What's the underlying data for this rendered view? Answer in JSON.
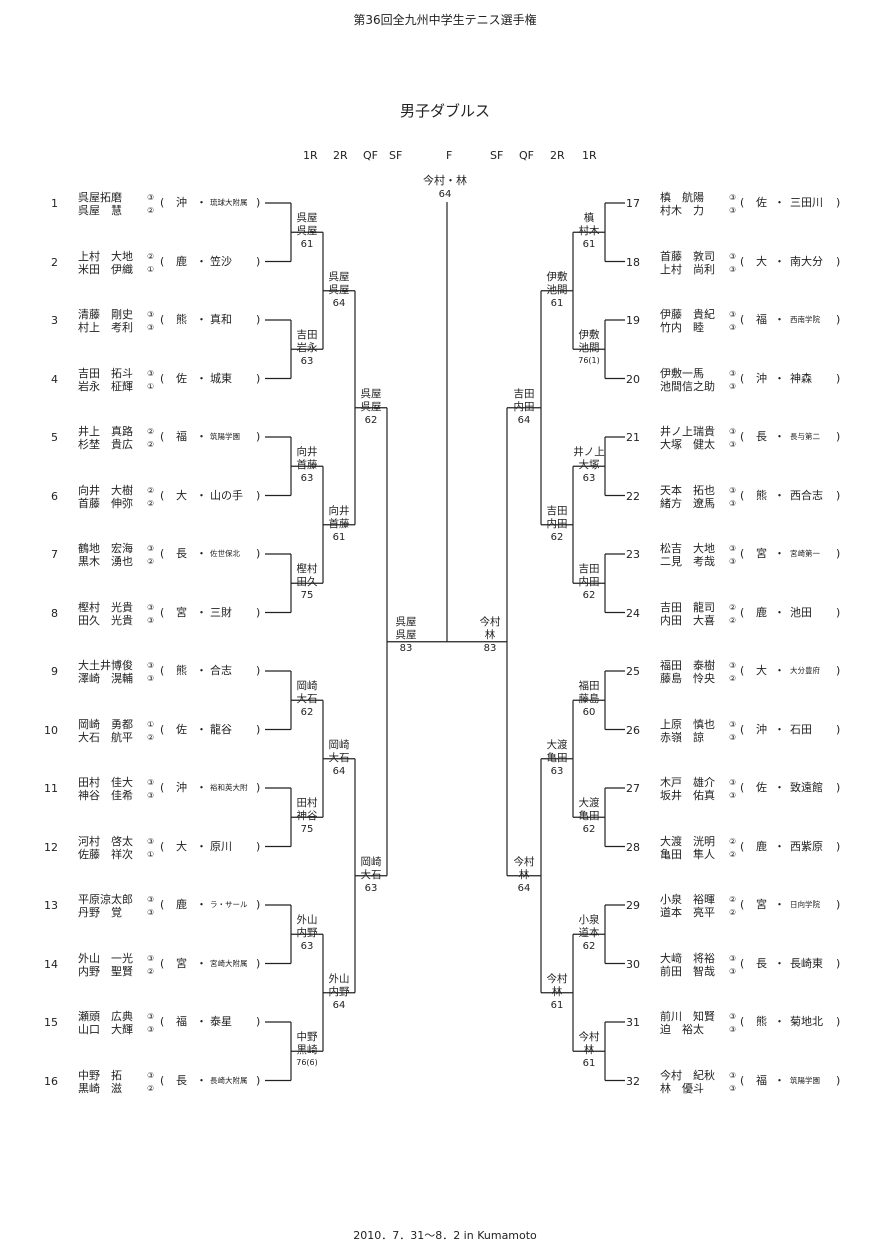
{
  "title": "第36回全九州中学生テニス選手権",
  "event": "男子ダブルス",
  "footer": "2010．7．31～8．2 in Kumamoto",
  "round_headers_left": [
    "1R",
    "2R",
    "QF",
    "SF"
  ],
  "round_header_final": "F",
  "round_headers_right": [
    "SF",
    "QF",
    "2R",
    "1R"
  ],
  "champion": {
    "names": "今村・林",
    "score": "64"
  },
  "left_entries": [
    {
      "no": "1",
      "p1": "呉屋拓磨",
      "g1": "③",
      "p2": "呉屋　慧",
      "g2": "②",
      "pref": "沖",
      "school": "琉球大附属",
      "small": true
    },
    {
      "no": "2",
      "p1": "上村　大地",
      "g1": "②",
      "p2": "米田　伊織",
      "g2": "①",
      "pref": "鹿",
      "school": "笠沙",
      "small": false
    },
    {
      "no": "3",
      "p1": "清藤　剛史",
      "g1": "③",
      "p2": "村上　考利",
      "g2": "③",
      "pref": "熊",
      "school": "真和",
      "small": false
    },
    {
      "no": "4",
      "p1": "吉田　拓斗",
      "g1": "③",
      "p2": "岩永　柾輝",
      "g2": "①",
      "pref": "佐",
      "school": "城東",
      "small": false
    },
    {
      "no": "5",
      "p1": "井上　真路",
      "g1": "②",
      "p2": "杉埜　貴広",
      "g2": "②",
      "pref": "福",
      "school": "筑陽学園",
      "small": true
    },
    {
      "no": "6",
      "p1": "向井　大樹",
      "g1": "②",
      "p2": "首藤　伸弥",
      "g2": "②",
      "pref": "大",
      "school": "山の手",
      "small": false
    },
    {
      "no": "7",
      "p1": "鶴地　宏海",
      "g1": "③",
      "p2": "黒木　湧也",
      "g2": "②",
      "pref": "長",
      "school": "佐世保北",
      "small": true
    },
    {
      "no": "8",
      "p1": "樫村　光貴",
      "g1": "③",
      "p2": "田久　光貴",
      "g2": "③",
      "pref": "宮",
      "school": "三財",
      "small": false
    },
    {
      "no": "9",
      "p1": "大土井博俊",
      "g1": "③",
      "p2": "澤崎　滉輔",
      "g2": "③",
      "pref": "熊",
      "school": "合志",
      "small": false
    },
    {
      "no": "10",
      "p1": "岡崎　勇都",
      "g1": "①",
      "p2": "大石　航平",
      "g2": "②",
      "pref": "佐",
      "school": "龍谷",
      "small": false
    },
    {
      "no": "11",
      "p1": "田村　佳大",
      "g1": "③",
      "p2": "神谷　佳希",
      "g2": "③",
      "pref": "沖",
      "school": "裕和英大附",
      "small": true
    },
    {
      "no": "12",
      "p1": "河村　啓太",
      "g1": "③",
      "p2": "佐藤　祥次",
      "g2": "①",
      "pref": "大",
      "school": "原川",
      "small": false
    },
    {
      "no": "13",
      "p1": "平原涼太郎",
      "g1": "③",
      "p2": "丹野　覚",
      "g2": "③",
      "pref": "鹿",
      "school": "ラ・サール",
      "small": true
    },
    {
      "no": "14",
      "p1": "外山　一光",
      "g1": "③",
      "p2": "内野　聖賢",
      "g2": "②",
      "pref": "宮",
      "school": "宮崎大附属",
      "small": true
    },
    {
      "no": "15",
      "p1": "瀬頭　広典",
      "g1": "③",
      "p2": "山口　大輝",
      "g2": "③",
      "pref": "福",
      "school": "泰星",
      "small": false
    },
    {
      "no": "16",
      "p1": "中野　拓",
      "g1": "③",
      "p2": "黒崎　滋",
      "g2": "②",
      "pref": "長",
      "school": "長崎大附属",
      "small": true
    }
  ],
  "right_entries": [
    {
      "no": "17",
      "p1": "槙　航陽",
      "g1": "③",
      "p2": "村木　力",
      "g2": "③",
      "pref": "佐",
      "school": "三田川",
      "small": false
    },
    {
      "no": "18",
      "p1": "首藤　敦司",
      "g1": "③",
      "p2": "上村　尚利",
      "g2": "③",
      "pref": "大",
      "school": "南大分",
      "small": false
    },
    {
      "no": "19",
      "p1": "伊藤　貴紀",
      "g1": "③",
      "p2": "竹内　睦",
      "g2": "③",
      "pref": "福",
      "school": "西南学院",
      "small": true
    },
    {
      "no": "20",
      "p1": "伊敷一馬",
      "g1": "③",
      "p2": "池間信之助",
      "g2": "③",
      "pref": "沖",
      "school": "神森",
      "small": false
    },
    {
      "no": "21",
      "p1": "井ノ上瑞貴",
      "g1": "③",
      "p2": "大塚　健太",
      "g2": "③",
      "pref": "長",
      "school": "長与第二",
      "small": true
    },
    {
      "no": "22",
      "p1": "天本　拓也",
      "g1": "③",
      "p2": "緒方　遼馬",
      "g2": "③",
      "pref": "熊",
      "school": "西合志",
      "small": false
    },
    {
      "no": "23",
      "p1": "松吉　大地",
      "g1": "③",
      "p2": "二見　考哉",
      "g2": "③",
      "pref": "宮",
      "school": "宮崎第一",
      "small": true
    },
    {
      "no": "24",
      "p1": "吉田　龍司",
      "g1": "②",
      "p2": "内田　大喜",
      "g2": "②",
      "pref": "鹿",
      "school": "池田",
      "small": false
    },
    {
      "no": "25",
      "p1": "福田　泰樹",
      "g1": "③",
      "p2": "藤島　怜央",
      "g2": "②",
      "pref": "大",
      "school": "大分豊府",
      "small": true
    },
    {
      "no": "26",
      "p1": "上原　慎也",
      "g1": "③",
      "p2": "赤嶺　諒",
      "g2": "③",
      "pref": "沖",
      "school": "石田",
      "small": false
    },
    {
      "no": "27",
      "p1": "木戸　雄介",
      "g1": "③",
      "p2": "坂井　佑真",
      "g2": "③",
      "pref": "佐",
      "school": "致遠館",
      "small": false
    },
    {
      "no": "28",
      "p1": "大渡　洸明",
      "g1": "②",
      "p2": "亀田　隼人",
      "g2": "②",
      "pref": "鹿",
      "school": "西紫原",
      "small": false
    },
    {
      "no": "29",
      "p1": "小泉　裕暉",
      "g1": "②",
      "p2": "道本　亮平",
      "g2": "②",
      "pref": "宮",
      "school": "日向学院",
      "small": true
    },
    {
      "no": "30",
      "p1": "大﨑　将裕",
      "g1": "③",
      "p2": "前田　智哉",
      "g2": "③",
      "pref": "長",
      "school": "長崎東",
      "small": false
    },
    {
      "no": "31",
      "p1": "前川　知賢",
      "g1": "③",
      "p2": "迫　裕太",
      "g2": "③",
      "pref": "熊",
      "school": "菊地北",
      "small": false
    },
    {
      "no": "32",
      "p1": "今村　紀秋",
      "g1": "③",
      "p2": "林　優斗",
      "g2": "③",
      "pref": "福",
      "school": "筑陽学園",
      "small": true
    }
  ],
  "left_r1_winners": [
    {
      "n1": "呉屋",
      "n2": "呉屋",
      "score": "61"
    },
    {
      "n1": "吉田",
      "n2": "岩永",
      "score": "63"
    },
    {
      "n1": "向井",
      "n2": "首藤",
      "score": "63"
    },
    {
      "n1": "樫村",
      "n2": "田久",
      "score": "75"
    },
    {
      "n1": "岡崎",
      "n2": "大石",
      "score": "62"
    },
    {
      "n1": "田村",
      "n2": "神谷",
      "score": "75"
    },
    {
      "n1": "外山",
      "n2": "内野",
      "score": "63"
    },
    {
      "n1": "中野",
      "n2": "黒崎",
      "score": "76(6)"
    }
  ],
  "left_r2_winners": [
    {
      "n1": "呉屋",
      "n2": "呉屋",
      "score": "64"
    },
    {
      "n1": "向井",
      "n2": "首藤",
      "score": "61"
    },
    {
      "n1": "岡崎",
      "n2": "大石",
      "score": "64"
    },
    {
      "n1": "外山",
      "n2": "内野",
      "score": "64"
    }
  ],
  "left_qf_winners": [
    {
      "n1": "呉屋",
      "n2": "呉屋",
      "score": "62"
    },
    {
      "n1": "岡崎",
      "n2": "大石",
      "score": "63"
    }
  ],
  "left_sf_winner": {
    "n1": "呉屋",
    "n2": "呉屋",
    "score": "83"
  },
  "right_r1_winners": [
    {
      "n1": "槙",
      "n2": "村木",
      "score": "61"
    },
    {
      "n1": "伊敷",
      "n2": "池間",
      "score": "76(1)"
    },
    {
      "n1": "井ノ上",
      "n2": "大塚",
      "score": "63"
    },
    {
      "n1": "吉田",
      "n2": "内田",
      "score": "62"
    },
    {
      "n1": "福田",
      "n2": "藤島",
      "score": "60"
    },
    {
      "n1": "大渡",
      "n2": "亀田",
      "score": "62"
    },
    {
      "n1": "小泉",
      "n2": "道本",
      "score": "62"
    },
    {
      "n1": "今村",
      "n2": "林",
      "score": "61"
    }
  ],
  "right_r2_winners": [
    {
      "n1": "伊敷",
      "n2": "池間",
      "score": "61"
    },
    {
      "n1": "吉田",
      "n2": "内田",
      "score": "62"
    },
    {
      "n1": "大渡",
      "n2": "亀田",
      "score": "63"
    },
    {
      "n1": "今村",
      "n2": "林",
      "score": "61"
    }
  ],
  "right_qf_winners": [
    {
      "n1": "吉田",
      "n2": "内田",
      "score": "64"
    },
    {
      "n1": "今村",
      "n2": "林",
      "score": "64"
    }
  ],
  "right_sf_winner": {
    "n1": "今村",
    "n2": "林",
    "score": "83"
  }
}
